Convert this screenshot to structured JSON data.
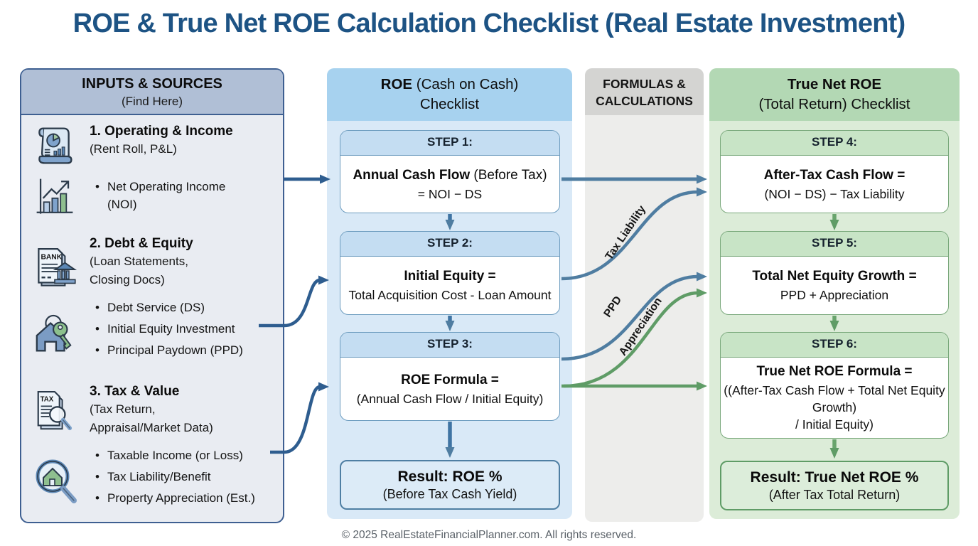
{
  "title": "ROE & True Net ROE Calculation Checklist (Real Estate Investment)",
  "footer": "© 2025 RealEstateFinancialPlanner.com. All rights reserved.",
  "colors": {
    "title_blue": "#1d5384",
    "panel_header_blue": "#b0bfd6",
    "roe_header_blue": "#a7d2ef",
    "roe_body_blue": "#d9e9f7",
    "green_header": "#b3d8b4",
    "green_body": "#dcecd8",
    "formulas_gray": "#ededeb",
    "arrow_navy": "#2e5d8f",
    "arrow_steel": "#4f7da1",
    "arrow_green": "#5f9c66"
  },
  "inputs_panel": {
    "header": "INPUTS & SOURCES",
    "subheader": "(Find Here)",
    "groups": [
      {
        "icon": "scroll-chart-icon",
        "title": "1. Operating & Income",
        "subtitle": "(Rent Roll, P&L)",
        "secondary_icon": "bar-chart-trend-icon",
        "bullets": [
          "Net Operating Income (NOI)"
        ]
      },
      {
        "icon": "bank-statement-icon",
        "title": "2. Debt & Equity",
        "subtitle": "(Loan Statements, Closing Docs)",
        "secondary_icon": "house-keys-icon",
        "bullets": [
          "Debt Service (DS)",
          "Initial Equity Investment",
          "Principal Paydown (PPD)"
        ]
      },
      {
        "icon": "tax-document-icon",
        "title": "3. Tax & Value",
        "subtitle": "(Tax Return, Appraisal/Market Data)",
        "secondary_icon": "magnifier-house-icon",
        "bullets": [
          "Taxable Income (or Loss)",
          "Tax Liability/Benefit",
          "Property Appreciation (Est.)"
        ]
      }
    ],
    "icon_labels": {
      "bank": "BANK",
      "tax": "TAX"
    }
  },
  "roe_column": {
    "header_bold": "ROE",
    "header_tail": " (Cash on Cash)",
    "header_line2": "Checklist",
    "steps": [
      {
        "label": "STEP 1:",
        "title_bold": "Annual Cash Flow",
        "title_tail": " (Before Tax)",
        "formula": "= NOI − DS"
      },
      {
        "label": "STEP 2:",
        "title_bold": "Initial Equity =",
        "title_tail": "",
        "formula": "Total Acquisition Cost - Loan Amount"
      },
      {
        "label": "STEP 3:",
        "title_bold": "ROE Formula =",
        "title_tail": "",
        "formula": "(Annual Cash Flow / Initial Equity)"
      }
    ],
    "result_title": "Result: ROE %",
    "result_sub": "(Before Tax Cash Yield)"
  },
  "formulas_column": {
    "header_line1": "FORMULAS &",
    "header_line2": "CALCULATIONS",
    "curve_labels": {
      "tax_liability": "Tax Liability",
      "ppd": "PPD",
      "appreciation": "Appreciation"
    }
  },
  "true_net_column": {
    "header_bold": "True Net ROE",
    "header_line2": "(Total Return) Checklist",
    "steps": [
      {
        "label": "STEP 4:",
        "title_bold": "After-Tax Cash Flow =",
        "formula": "(NOI − DS) − Tax Liability"
      },
      {
        "label": "STEP 5:",
        "title_bold": "Total Net Equity Growth =",
        "formula": "PPD + Appreciation"
      },
      {
        "label": "STEP 6:",
        "title_bold": "True Net ROE Formula =",
        "formula": "((After-Tax Cash Flow + Total Net Equity Growth)",
        "formula2": "/ Initial Equity)"
      }
    ],
    "result_title": "Result: True Net ROE %",
    "result_sub": "(After Tax Total Return)"
  }
}
